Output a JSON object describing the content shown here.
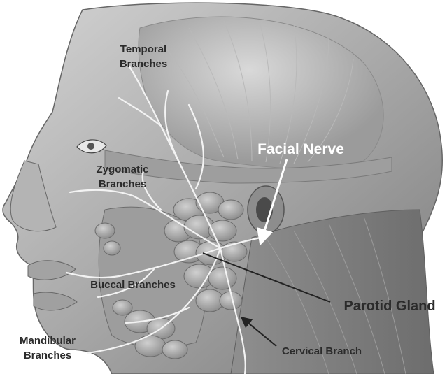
{
  "labels": {
    "temporal": [
      "Temporal",
      "Branches"
    ],
    "zygomatic": [
      "Zygomatic",
      "Branches"
    ],
    "buccal": "Buccal Branches",
    "mandibular": [
      "Mandibular",
      "Branches"
    ],
    "facial_nerve": "Facial Nerve",
    "parotid_gland": "Parotid Gland",
    "cervical_branch": "Cervical Branch"
  },
  "colors": {
    "skin_light": "#c9c9c9",
    "skin_mid": "#a7a7a7",
    "skin_dark": "#7b7b7b",
    "gland": "#bdbdbd",
    "nerve": "#f2f2f2",
    "label_dark": "#2b2b2b",
    "label_light": "#ffffff"
  }
}
